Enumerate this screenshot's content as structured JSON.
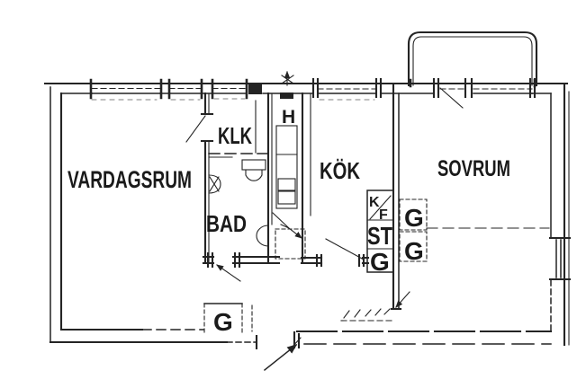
{
  "plan": {
    "room_labels": {
      "living_room": "VARDAGSRUM",
      "walkin_closet": "KLK",
      "bathroom": "BAD",
      "kitchen": "KÖK",
      "bedroom": "SOVRUM",
      "shaft": "H"
    },
    "storage_labels": {
      "fridge_top": "K",
      "freezer_bottom": "F",
      "cleaning_cabinet": "ST",
      "wardrobe_kitchen": "G",
      "wardrobe_bedroom_upper": "G",
      "wardrobe_bedroom_lower": "G",
      "wardrobe_hall": "G"
    },
    "ink_color": "#242424",
    "paper_color": "#ffffff"
  }
}
